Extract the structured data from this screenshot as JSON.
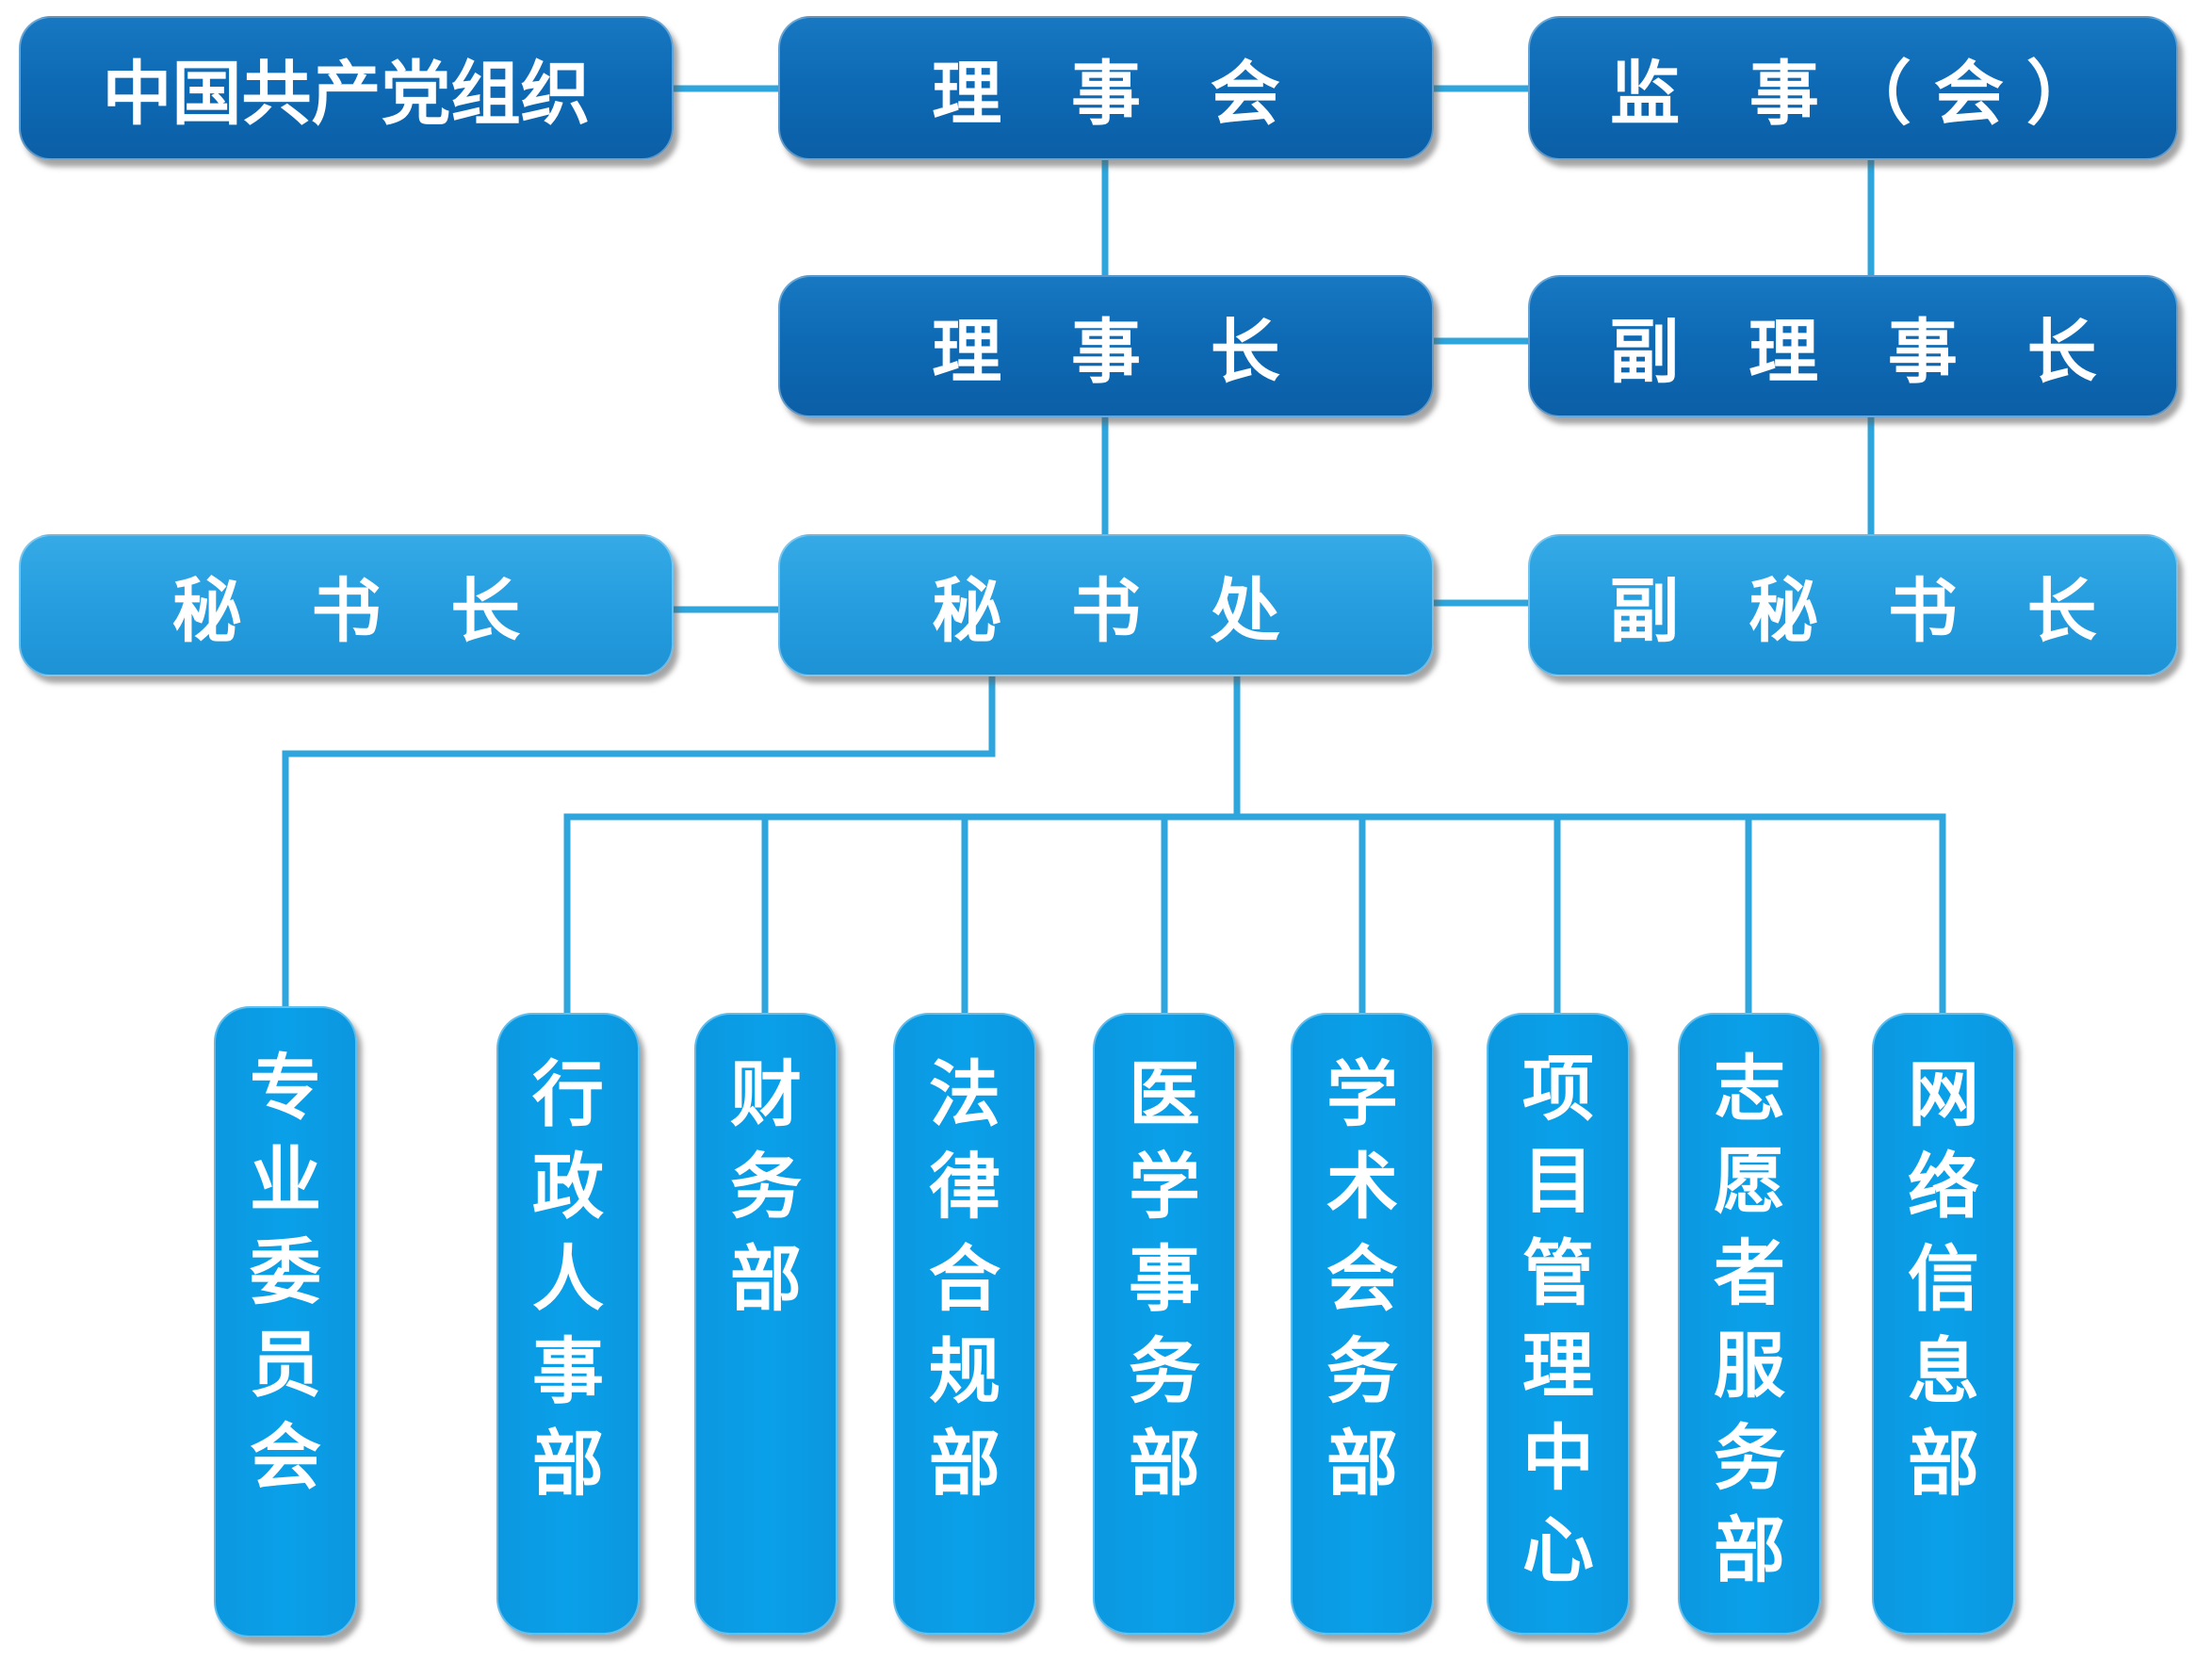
{
  "chart": {
    "top": {
      "party": "中国共产党组织",
      "council": "理 事 会",
      "supervisor": "监 事（会）"
    },
    "leaders": {
      "chairman": "理 事 长",
      "vice_chairman": "副 理 事 长"
    },
    "secretariat": {
      "secretary_general": "秘 书 长",
      "office": "秘 书 处",
      "deputy_secretary_general": "副 秘 书 长"
    },
    "departments": [
      "专业委员会",
      "行政人事部",
      "财务部",
      "法律合规部",
      "医学事务部",
      "学术会务部",
      "项目管理中心",
      "志愿者服务部",
      "网络信息部"
    ]
  },
  "colors": {
    "dark_box": "#0e6ab5",
    "light_box": "#259ddf",
    "dept_box": "#0aa0e9",
    "connector": "#2ea5dc",
    "text": "#ffffff"
  }
}
